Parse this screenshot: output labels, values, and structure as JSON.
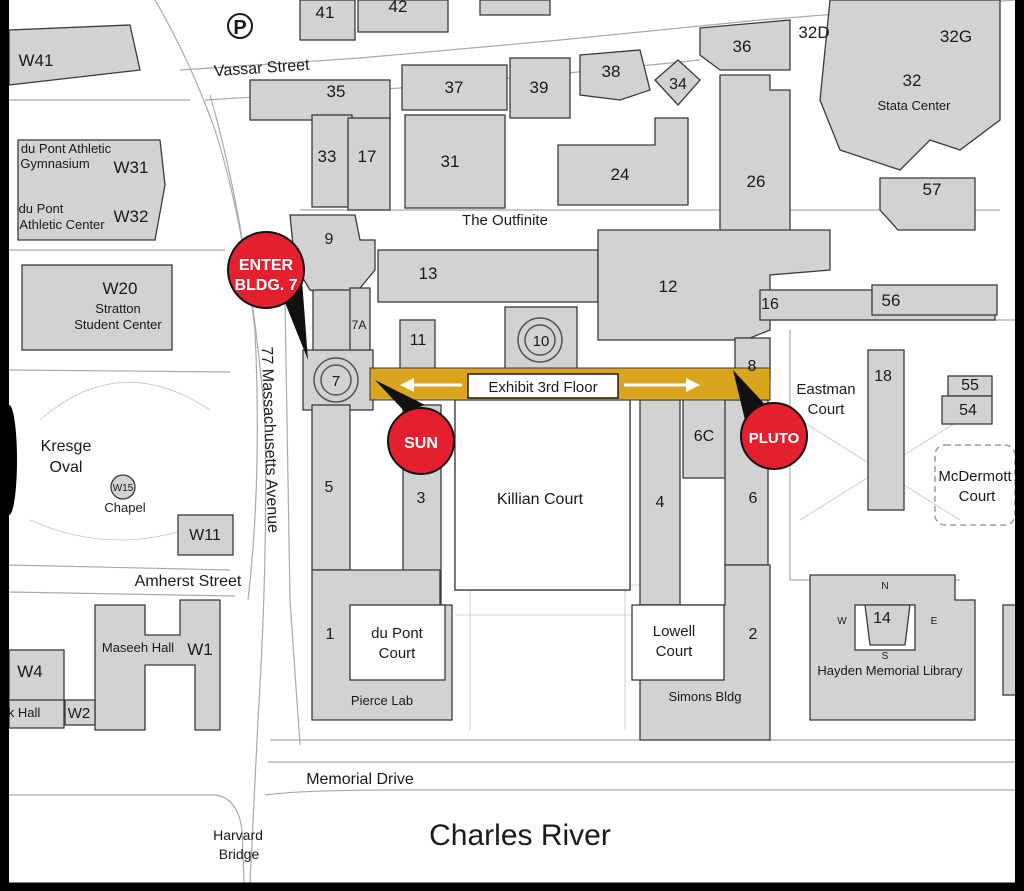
{
  "map": {
    "parking_symbol": "P",
    "streets": {
      "vassar": "Vassar Street",
      "amherst": "Amherst Street",
      "mass_ave": "77 Massachusetts Avenue",
      "memorial": "Memorial Drive",
      "river": "Charles River",
      "bridge_line1": "Harvard",
      "bridge_line2": "Bridge"
    },
    "buildings": {
      "b41": "41",
      "b42": "42",
      "b36": "36",
      "b32d": "32D",
      "b32g": "32G",
      "b32": "32",
      "b32_name": "Stata Center",
      "b35": "35",
      "b37": "37",
      "b39": "39",
      "b38": "38",
      "b34": "34",
      "b33": "33",
      "b17": "17",
      "b31": "31",
      "b24": "24",
      "b26": "26",
      "b57": "57",
      "outfinite": "The Outfinite",
      "b9": "9",
      "b13": "13",
      "b12": "12",
      "b16": "16",
      "b56": "56",
      "b7a": "7A",
      "b11": "11",
      "b10": "10",
      "b7": "7",
      "b8": "8",
      "b18": "18",
      "b55": "55",
      "b54": "54",
      "eastman1": "Eastman",
      "eastman2": "Court",
      "mcdermott1": "McDermott",
      "mcdermott2": "Court",
      "b6c": "6C",
      "b5": "5",
      "b3": "3",
      "b4": "4",
      "b6": "6",
      "killian": "Killian Court",
      "b1": "1",
      "b2": "2",
      "dupont1": "du Pont",
      "dupont2": "Court",
      "lowell1": "Lowell",
      "lowell2": "Court",
      "pierce": "Pierce Lab",
      "simons": "Simons Bldg",
      "b14": "14",
      "hayden": "Hayden Memorial Library",
      "compass_n": "N",
      "compass_s": "S",
      "compass_e": "E",
      "compass_w": "W",
      "w41": "W41",
      "w31_name1": "du Pont Athletic",
      "w31_name2": "Gymnasium",
      "w31": "W31",
      "w32_name1": "du Pont",
      "w32_name2": "Athletic Center",
      "w32": "W32",
      "w20": "W20",
      "w20_name1": "Stratton",
      "w20_name2": "Student Center",
      "kresge1": "Kresge",
      "kresge2": "Oval",
      "w15": "W15",
      "chapel": "Chapel",
      "w11": "W11",
      "maseeh": "Maseeh Hall",
      "w1": "W1",
      "w4": "W4",
      "khall": "k Hall",
      "w2": "W2"
    },
    "exhibit": {
      "label": "Exhibit 3rd Floor",
      "color": "#d9a51e"
    },
    "markers": {
      "enter_line1": "ENTER",
      "enter_line2": "BLDG. 7",
      "sun": "SUN",
      "pluto": "PLUTO",
      "marker_color": "#e5202e"
    },
    "colors": {
      "building_fill": "#d1d2d4",
      "background": "#ffffff",
      "frame": "#000000"
    }
  }
}
